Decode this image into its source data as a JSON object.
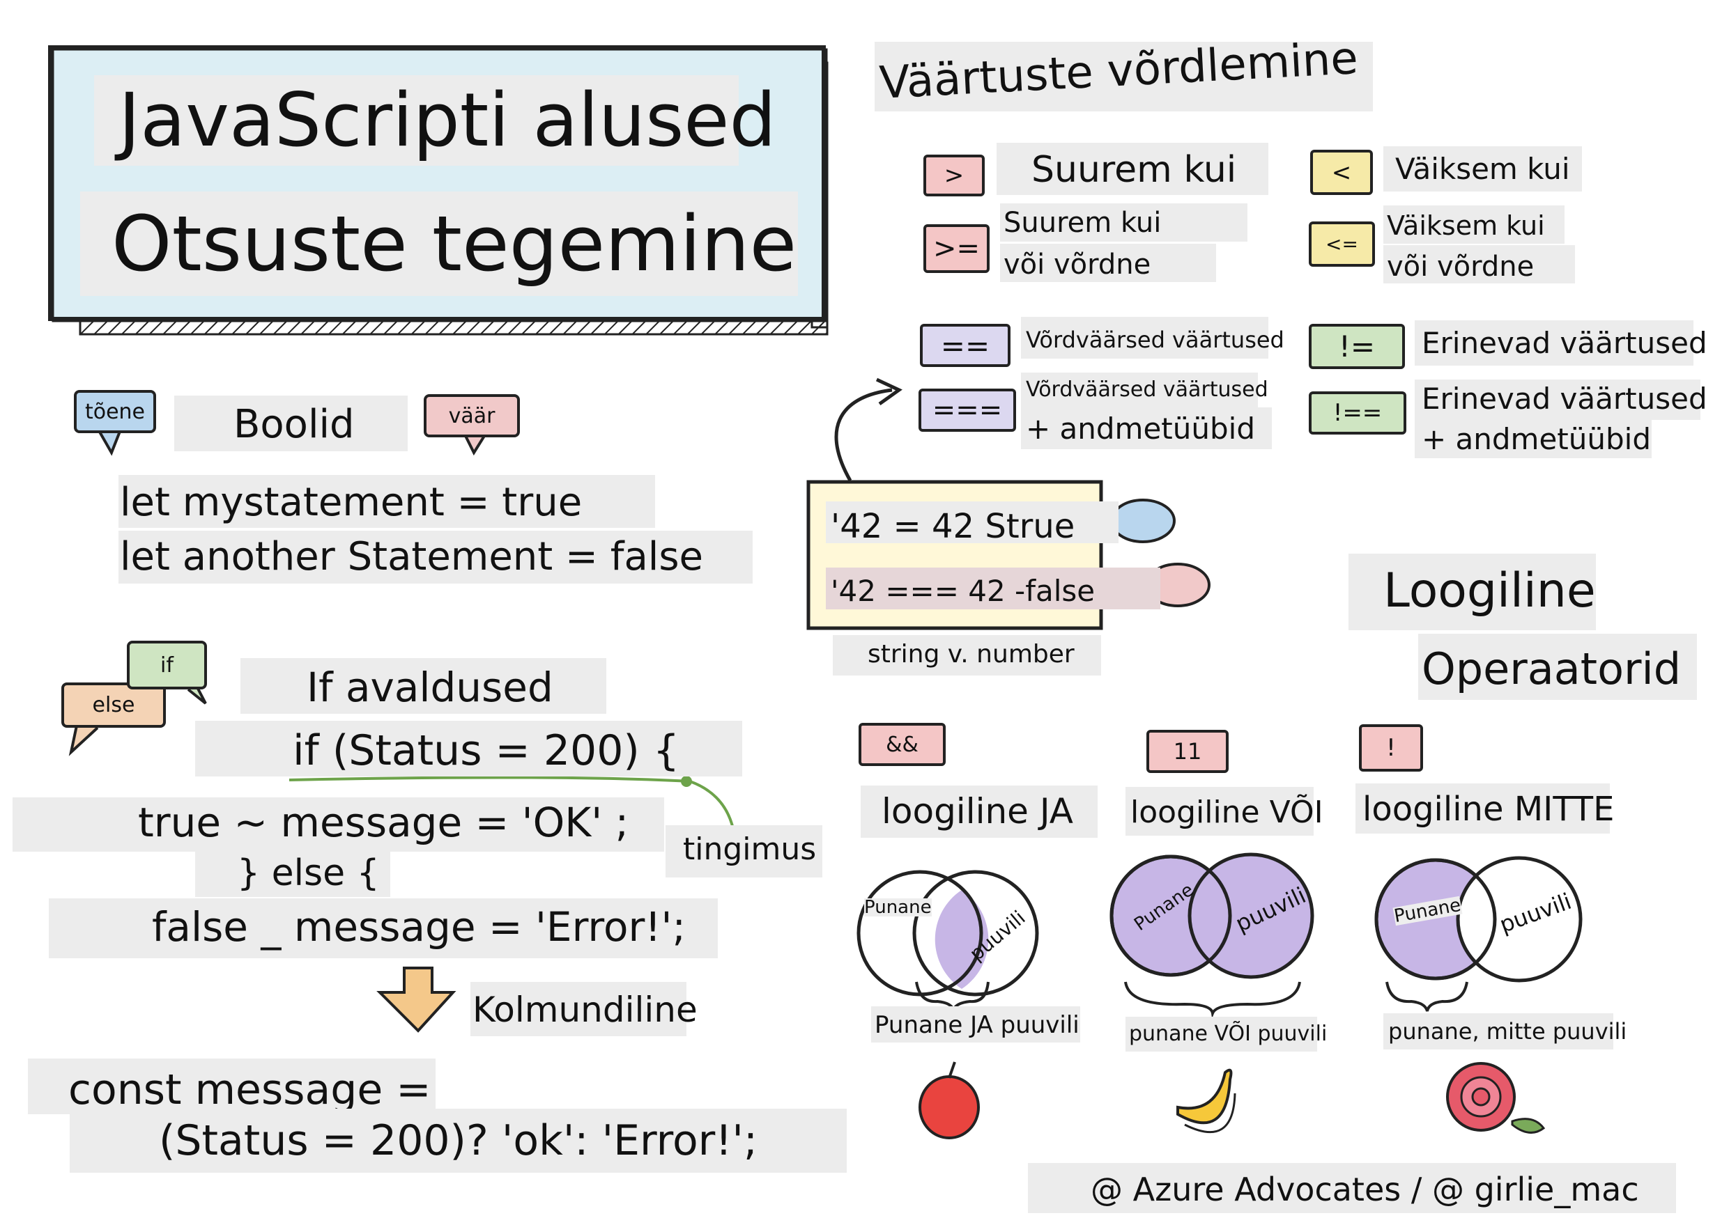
{
  "title": {
    "line1": "JavaScripti alused",
    "line2": "Otsuste tegemine"
  },
  "booleans": {
    "heading": "Boolid",
    "true_bubble": "tõene",
    "false_bubble": "väär",
    "code": [
      "let mystatement = true",
      "let another Statement = false"
    ]
  },
  "if_section": {
    "heading": "If avaldused",
    "if_bubble": "if",
    "else_bubble": "else",
    "code": [
      "if (Status = 200) {",
      "true ~ message = 'OK' ;",
      "} else {",
      "false _ message = 'Error!';"
    ],
    "condition_label": "tingimus"
  },
  "ternary": {
    "heading": "Kolmundiline",
    "code": [
      "const message =",
      "(Status = 200)? 'ok': 'Error!';"
    ]
  },
  "comparison": {
    "heading": "Väärtuste võrdlemine",
    "items": [
      {
        "symbol": ">",
        "label": "Suurem kui",
        "color": "#f4c6c6"
      },
      {
        "symbol": "<",
        "label": "Väiksem kui",
        "color": "#f6eaa8"
      },
      {
        "symbol": ">=",
        "label_line1": "Suurem kui",
        "label_line2": "või võrdne",
        "color": "#f4c6c6"
      },
      {
        "symbol": "<=",
        "label_line1": "Väiksem kui",
        "label_line2": "või võrdne",
        "color": "#f6eaa8"
      },
      {
        "symbol": "==",
        "label": "Võrdväärsed väärtused",
        "color": "#dcd8f0"
      },
      {
        "symbol": "!=",
        "label": "Erinevad väärtused",
        "color": "#cfe5c2"
      },
      {
        "symbol": "===",
        "label_line1": "Võrdväärsed väärtused",
        "label_line2": "+ andmetüübid",
        "color": "#dcd8f0"
      },
      {
        "symbol": "!==",
        "label_line1": "Erinevad väärtused",
        "label_line2": "+ andmetüübid",
        "color": "#cfe5c2"
      }
    ],
    "example": [
      "'42 = 42 Strue",
      "'42 === 42 -false"
    ],
    "example_caption": "string v. number"
  },
  "logical": {
    "heading_line1": "Loogiline",
    "heading_line2": "Operaatorid",
    "operators": [
      {
        "symbol": "&&",
        "label": "loogiline JA",
        "left": "Punane",
        "right": "puuvili",
        "caption": "Punane JA puuvili",
        "fruit": "apple-icon"
      },
      {
        "symbol": "11",
        "label": "loogiline VÕI",
        "left": "Punane",
        "right": "puuvili",
        "caption": "punane VÕI puuvili",
        "fruit": "banana-icon"
      },
      {
        "symbol": "!",
        "label": "loogiline MITTE",
        "left": "Punane",
        "right": "puuvili",
        "caption": "punane, mitte puuvili",
        "fruit": "rose-icon"
      }
    ]
  },
  "credit": "@ Azure Advocates / @ girlie_mac"
}
